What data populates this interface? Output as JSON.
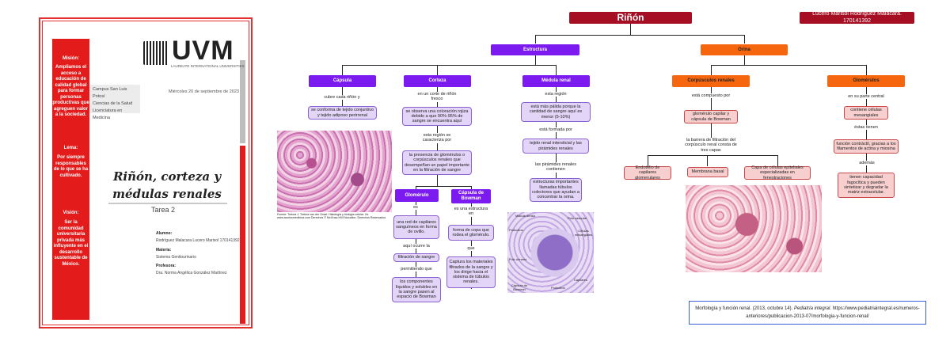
{
  "cover": {
    "mision_title": "Misión:",
    "mision_text": "Ampliamos el acceso a educación de calidad global para formar personas productivas que agreguen valor a la sociedad.",
    "lema_title": "Lema:",
    "lema_text": "Por siempre responsables de lo que se ha cultivado.",
    "vision_title": "Visión:",
    "vision_text": "Ser la comunidad universitaria privada más influyente en el desarrollo sustentable de México.",
    "logo": "UVM",
    "logo_sub": "LAUREATE INTERNATIONAL UNIVERSITIES",
    "campus": [
      "Campus San Luis Potosí",
      "Ciencias de la Salud",
      "Licenciatura en Medicina"
    ],
    "date": "Miércoles 20 de septiembre de 2023",
    "title": "Riñón, corteza y médulas renales",
    "subtitle": "Tarea 2",
    "alumno_label": "Alumno:",
    "alumno": "Rodríguez Malacara Lucero Marisol 170141392",
    "materia_label": "Materia:",
    "materia": "Sistema Genitourinario",
    "profesor_label": "Profesora:",
    "profesor": "Dra. Norma Angélica González Martínez"
  },
  "map": {
    "title": "Riñón",
    "author": "Lucero Marisol Rodríguez Malacara. 170141392",
    "estructura": "Estructura",
    "orina": "Orina",
    "capsula": "Cápsula",
    "corteza": "Corteza",
    "medula": "Médula renal",
    "corpusculos": "Corpúsculos renales",
    "glomerulos": "Glomérulos",
    "cap_c1": "cubre cada riñón y",
    "cap_b1": "se conforma de tejido conjuntivo y tejido adiposo perirrenal",
    "cor_c1": "en un corte de riñón fresco",
    "cor_b1": "se observa una coloración rojiza debido a que 90%-95% de sangre se encuentra aquí",
    "cor_c2": "esta región se caracteriza por",
    "cor_b2": "la presencia de glomérulos o corpúsculos renales que desempeñan un papel importante en la filtración de sangre",
    "glomerulo": "Glomérulo",
    "capsula_bowman": "Cápsula de Bowman",
    "glo_c1": "es",
    "glo_b1": "una red de capilares sanguíneos en forma de ovillo.",
    "glo_c2": "aquí ocurre la",
    "glo_b2": "filtración de sangre",
    "glo_c3": "permitiendo que",
    "glo_b3": "los componentes líquidos y solubles en la sangre pasen al espacio de Bowman",
    "bow_c1": "es una estructura en",
    "bow_b1": "forma de copa que rodea el glomérulo.",
    "bow_c2": "que",
    "bow_b2": "Captura los materiales filtrados de la sangre y los dirige hacia el sistema de túbulos renales.",
    "med_c1": "esta región",
    "med_b1": "está más pálida porque la cantidad de sangre aquí es menor (5-10%)",
    "med_c2": "está formada por",
    "med_b2": "tejido renal intersticial y las pirámides renales",
    "med_c3": "las pirámides renales contienen",
    "med_b3": "estructuras importantes llamadas túbulos colectores que ayudan a concentrar la orina.",
    "cr_c1": "está compuesto por",
    "cr_b1": "glomérulo capilar y cápsula de Bowman",
    "cr_c2": "la barrera de filtración del corpúsculo renal consta de tres capas",
    "cr_p1": "Endotelio de capilares glomerulares",
    "cr_p2": "Membrana basal",
    "cr_p3": "Capa de células epiteliales especializadas en fenestraciones",
    "gl_c1": "en su parte central",
    "gl_b1": "contiene células mesangiales",
    "gl_c2": "éstas tienen",
    "gl_b2": "función contráctil, gracias a los filamentos de actina y miosina",
    "gl_c3": "además",
    "gl_b3": "tienen capacidad fagocítica y pueden sintetizar y degradar la matriz extracelular.",
    "img_caption": "Fuente: Tortora J, Tortora van der Graaf. Histología y biología celular. 2a. www.accessmedicina.com Derechos © McGraw-Hill Education. Derechos Reservados.",
    "micro_labels": [
      "Mácula densa",
      "Polo vascular",
      "Podocitos",
      "Células mesangiales",
      "Polo urinario",
      "Capilares",
      "Cápsula de Bowman",
      "Podocitos"
    ],
    "reference_pre": "Morfología y función renal. (2013, octubre 14). ",
    "reference_italic": "Pediatría integral",
    "reference_post": ". https://www.pediatriaintegral.es/numeros-anteriores/publicacion-2013-07/morfologia-y-funcion-renal/"
  },
  "colors": {
    "title": "#a50e23",
    "purple": "#7b1bf0",
    "orange": "#f5660f",
    "lavender": "#e2d5f7",
    "pink": "#f7cfcf",
    "cover_red": "#e41b1b"
  }
}
